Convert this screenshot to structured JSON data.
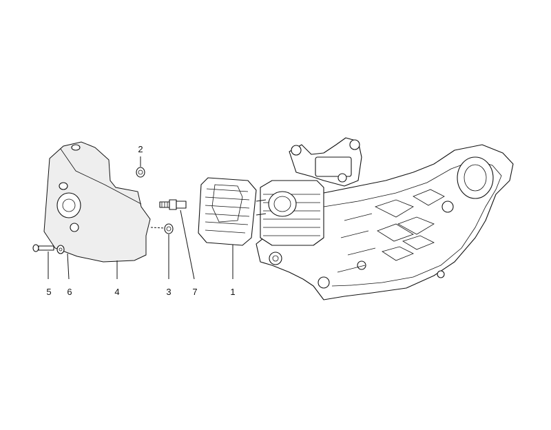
{
  "diagram": {
    "parts": [
      {
        "id": "part-1",
        "label": "1"
      },
      {
        "id": "part-2",
        "label": "2"
      },
      {
        "id": "part-3",
        "label": "3"
      },
      {
        "id": "part-4",
        "label": "4"
      },
      {
        "id": "part-5",
        "label": "5"
      },
      {
        "id": "part-6",
        "label": "6"
      },
      {
        "id": "part-7",
        "label": "7"
      }
    ]
  }
}
